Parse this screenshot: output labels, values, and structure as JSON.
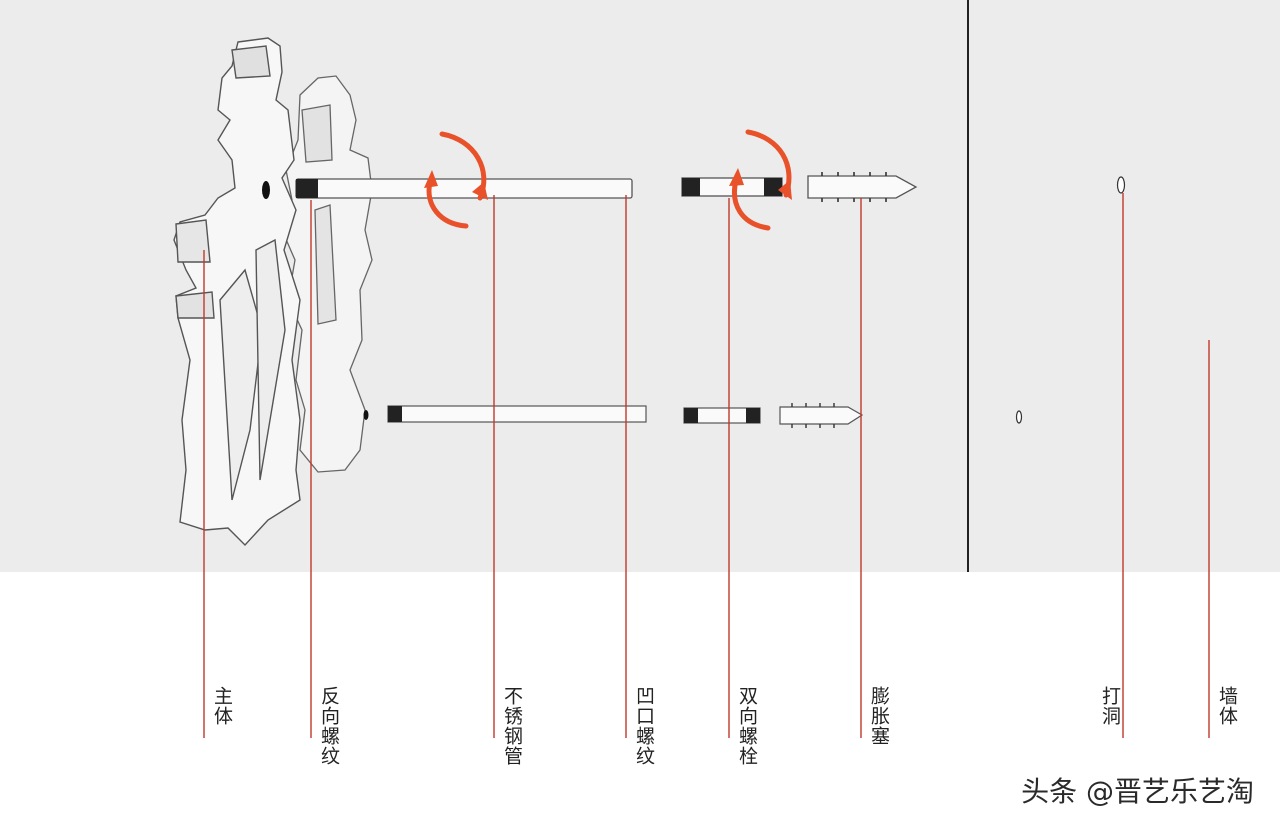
{
  "labels": {
    "main_body": "主体",
    "reverse_thread": "反向螺纹",
    "steel_pipe": "不锈钢管",
    "groove_thread": "凹口螺纹",
    "double_bolt": "双向螺栓",
    "expansion_plug": "膨胀塞",
    "drill_hole": "打洞",
    "wall_body": "墙体"
  },
  "watermark": "头条 @晋艺乐艺淘",
  "colors": {
    "leader_line": "#c0392b",
    "rotation_arrow": "#e8512a",
    "outline": "#555555",
    "wall_panel": "#ededed",
    "floor": "#ffffff"
  }
}
